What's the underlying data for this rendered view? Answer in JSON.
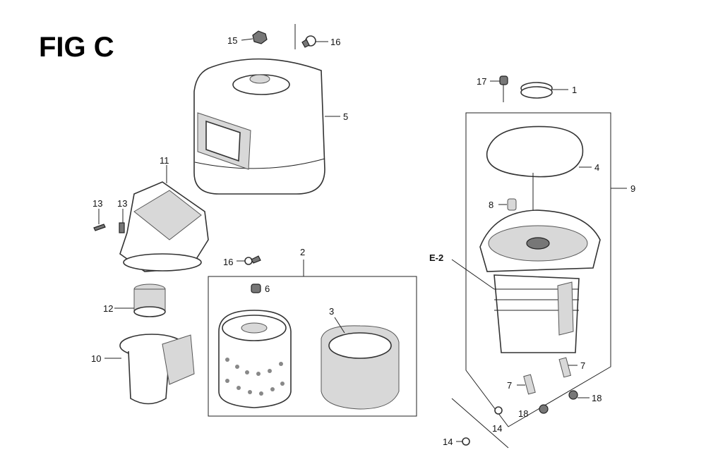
{
  "figure": {
    "title": "FIG C",
    "labels": {
      "p15": "15",
      "p16a": "16",
      "p5": "5",
      "p11": "11",
      "p13a": "13",
      "p13b": "13",
      "p12": "12",
      "p10": "10",
      "p16b": "16",
      "p2": "2",
      "p6": "6",
      "p3": "3",
      "p17": "17",
      "p1": "1",
      "p4": "4",
      "p9": "9",
      "p8": "8",
      "e2": "E-2",
      "p7a": "7",
      "p7b": "7",
      "p18a": "18",
      "p18b": "18",
      "p14a": "14",
      "p14b": "14"
    }
  }
}
